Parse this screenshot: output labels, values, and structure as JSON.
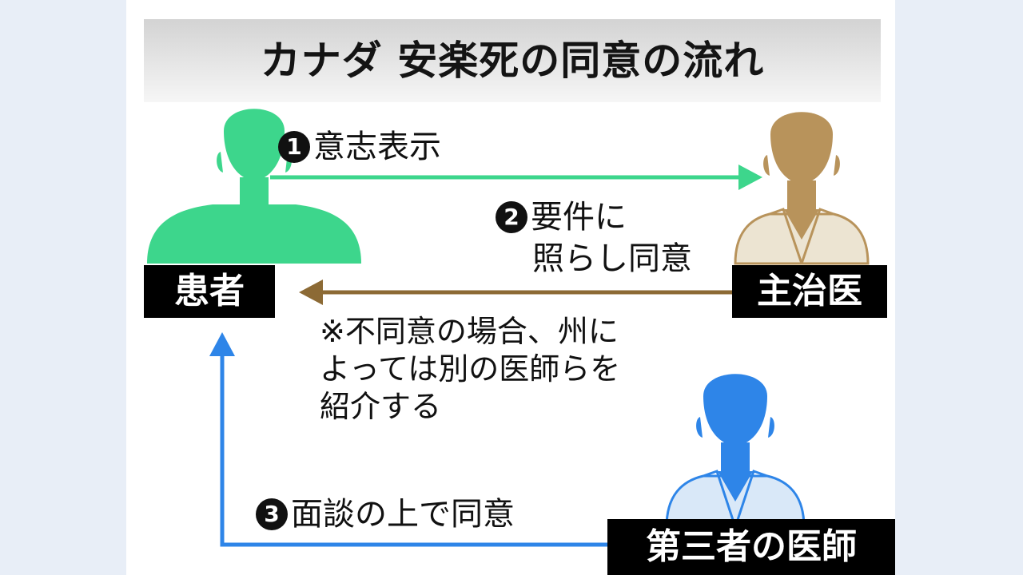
{
  "title": "カナダ 安楽死の同意の流れ",
  "actors": {
    "patient": {
      "label": "患者",
      "color": "#3dd68c"
    },
    "attending_physician": {
      "label": "主治医",
      "color": "#b8935b",
      "coat_color": "#ece4d2"
    },
    "third_party_physician": {
      "label": "第三者の医師",
      "color": "#2e85e8",
      "coat_color": "#d9e8f8"
    }
  },
  "steps": [
    {
      "number": "1",
      "text": "意志表示",
      "color": "#3dd68c"
    },
    {
      "number": "2",
      "lines": [
        "要件に",
        "照らし同意"
      ],
      "color": "#8c6a35"
    },
    {
      "number": "3",
      "text": "面談の上で同意",
      "color": "#2e85e8"
    }
  ],
  "note_lines": [
    "※不同意の場合、州に",
    "よっては別の医師らを",
    "紹介する"
  ]
}
